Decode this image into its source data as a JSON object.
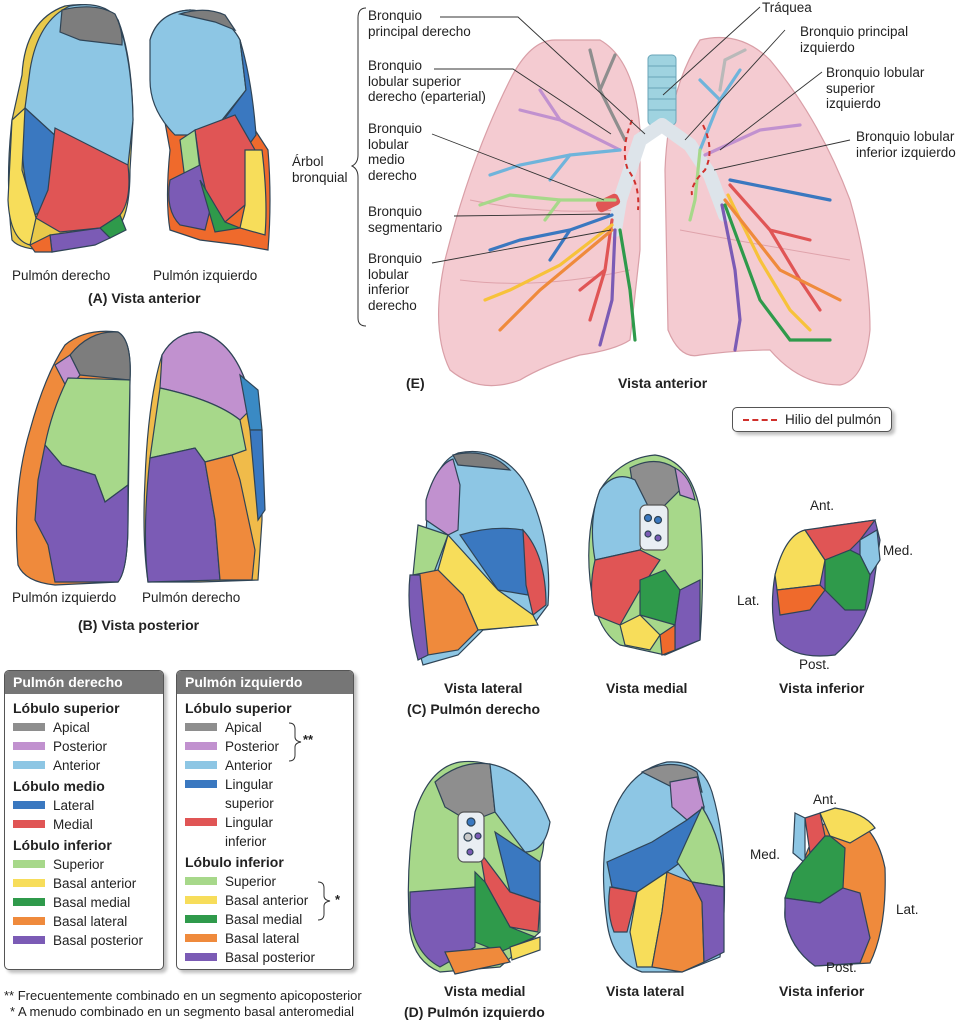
{
  "colors": {
    "apical": "#8e8e8e",
    "posterior": "#c191cf",
    "anterior": "#8dc6e4",
    "lateral_medio": "#3a78c0",
    "medial_medio": "#e05555",
    "lingular_superior": "#3a78c0",
    "lingular_inferior": "#e05555",
    "superior": "#a7d88a",
    "basal_anterior": "#f7dd5a",
    "basal_medial": "#2f9a4b",
    "basal_lateral": "#ef8a3c",
    "basal_posterior": "#7b5bb5",
    "lung_pink": "#f4c9cf",
    "hilio": "#d0302c",
    "legend_header": "#767676"
  },
  "panel_a": {
    "label_right": "Pulmón derecho",
    "label_left": "Pulmón izquierdo",
    "caption": "(A) Vista anterior"
  },
  "panel_b": {
    "label_left": "Pulmón izquierdo",
    "label_right": "Pulmón derecho",
    "caption": "(B) Vista posterior"
  },
  "panel_e": {
    "group_label": "Árbol bronquial",
    "left_annotations": [
      "Bronquio principal derecho",
      "Bronquio lobular superior derecho (eparterial)",
      "Bronquio lobular medio derecho",
      "Bronquio segmentario",
      "Bronquio lobular inferior derecho"
    ],
    "left_annotation_lines": [
      [
        "Bronquio",
        "principal derecho"
      ],
      [
        "Bronquio",
        "lobular superior",
        "derecho (eparterial)"
      ],
      [
        "Bronquio",
        "lobular",
        "medio",
        "derecho"
      ],
      [
        "Bronquio",
        "segmentario"
      ],
      [
        "Bronquio",
        "lobular",
        "inferior",
        "derecho"
      ]
    ],
    "right_annotations": {
      "traquea": "Tráquea",
      "bpi_1": "Bronquio principal",
      "bpi_2": "izquierdo",
      "blsi_1": "Bronquio lobular",
      "blsi_2": "superior",
      "blsi_3": "izquierdo",
      "blii_1": "Bronquio lobular",
      "blii_2": "inferior izquierdo"
    },
    "panel_letter": "(E)",
    "caption": "Vista anterior",
    "hilio_legend": "Hilio del pulmón"
  },
  "panel_c": {
    "view_lateral": "Vista lateral",
    "view_medial": "Vista medial",
    "view_inferior": "Vista inferior",
    "caption": "(C) Pulmón derecho",
    "dir_ant": "Ant.",
    "dir_med": "Med.",
    "dir_lat": "Lat.",
    "dir_post": "Post."
  },
  "panel_d": {
    "view_medial": "Vista medial",
    "view_lateral": "Vista lateral",
    "view_inferior": "Vista inferior",
    "caption": "(D) Pulmón izquierdo",
    "dir_ant": "Ant.",
    "dir_med": "Med.",
    "dir_lat": "Lat.",
    "dir_post": "Post."
  },
  "legend_right": {
    "header": "Pulmón derecho",
    "sections": [
      {
        "title": "Lóbulo superior",
        "items": [
          "Apical",
          "Posterior",
          "Anterior"
        ]
      },
      {
        "title": "Lóbulo medio",
        "items": [
          "Lateral",
          "Medial"
        ]
      },
      {
        "title": "Lóbulo inferior",
        "items": [
          "Superior",
          "Basal anterior",
          "Basal medial",
          "Basal lateral",
          "Basal posterior"
        ]
      }
    ]
  },
  "legend_left": {
    "header": "Pulmón izquierdo",
    "sections": [
      {
        "title": "Lóbulo superior",
        "items": [
          "Apical",
          "Posterior",
          "Anterior",
          "Lingular superior",
          "Lingular inferior"
        ]
      },
      {
        "title": "Lóbulo inferior",
        "items": [
          "Superior",
          "Basal anterior",
          "Basal medial",
          "Basal lateral",
          "Basal posterior"
        ]
      }
    ],
    "mark_apicoposterior": "**",
    "mark_anteromedial": "*"
  },
  "footnotes": {
    "double_star": "** Frecuentemente combinado en un segmento apicoposterior",
    "single_star": "* A menudo combinado en un segmento basal anteromedial"
  }
}
